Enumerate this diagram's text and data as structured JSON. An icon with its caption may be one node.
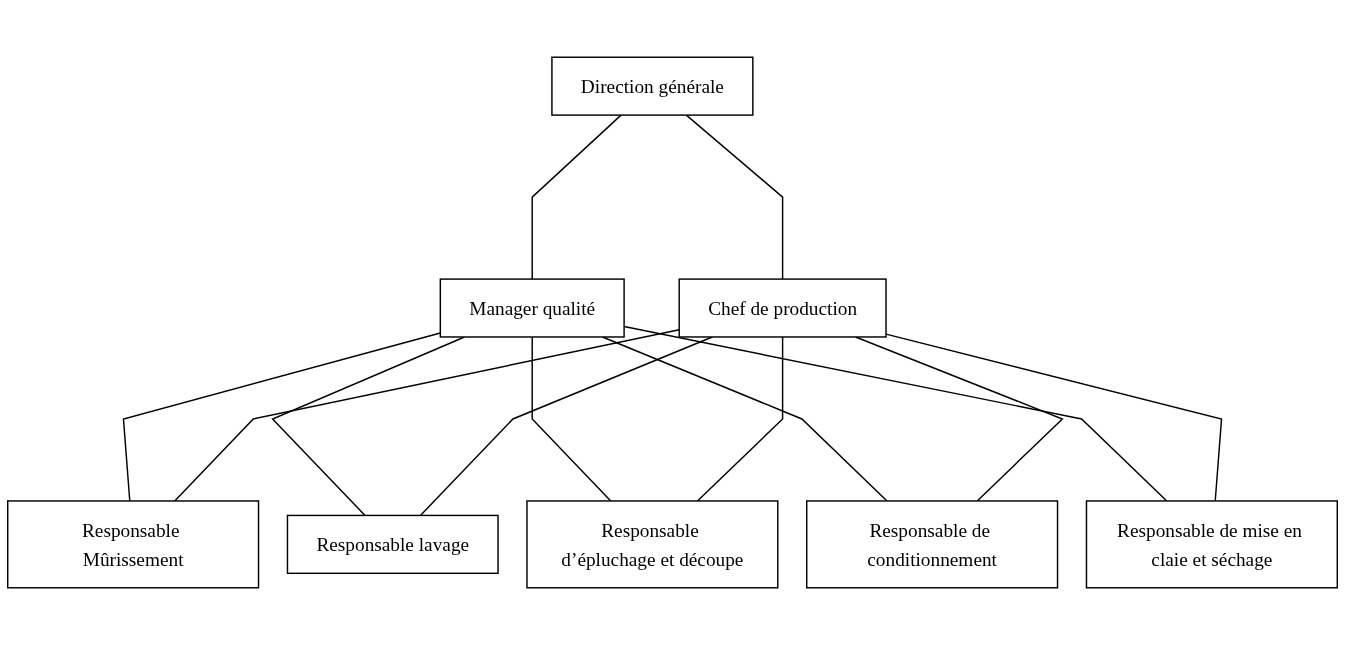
{
  "diagram": {
    "nodes": [
      {
        "text": [
          "Direction générale"
        ]
      },
      {
        "text": [
          "Manager qualité"
        ]
      },
      {
        "text": [
          "Chef de production"
        ]
      },
      {
        "text": [
          "Responsable Mûrissement"
        ]
      },
      {
        "text": [
          "Responsable lavage"
        ]
      },
      {
        "text": [
          "Responsable d’épluchage et découpe"
        ]
      },
      {
        "text": [
          "Responsable de conditionnement"
        ]
      },
      {
        "text": [
          "Responsable de mise en claie et séchage"
        ]
      }
    ],
    "edges": [
      {
        "from": 0,
        "to": 1,
        "arrow": "none"
      },
      {
        "from": 0,
        "to": 2,
        "arrow": "none"
      },
      {
        "from": 1,
        "to": 3,
        "arrow": "none"
      },
      {
        "from": 1,
        "to": 4,
        "arrow": "none"
      },
      {
        "from": 1,
        "to": 5,
        "arrow": "none"
      },
      {
        "from": 1,
        "to": 6,
        "arrow": "none"
      },
      {
        "from": 1,
        "to": 7,
        "arrow": "none"
      },
      {
        "from": 2,
        "to": 3,
        "arrow": "none"
      },
      {
        "from": 2,
        "to": 4,
        "arrow": "none"
      },
      {
        "from": 2,
        "to": 5,
        "arrow": "none"
      },
      {
        "from": 2,
        "to": 6,
        "arrow": "none"
      },
      {
        "from": 2,
        "to": 7,
        "arrow": "none"
      }
    ]
  }
}
